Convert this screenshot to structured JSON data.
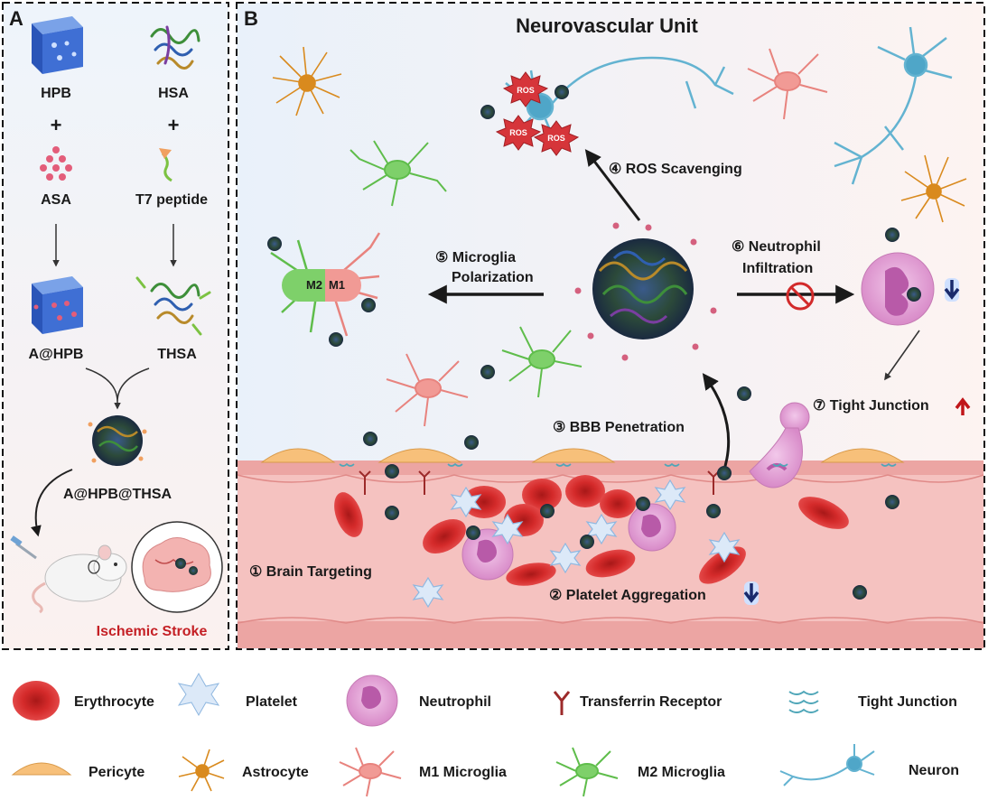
{
  "panel_a": {
    "label": "A",
    "hpb": "HPB",
    "hsa": "HSA",
    "plus": "+",
    "asa": "ASA",
    "t7": "T7 peptide",
    "a_hpb": "A@HPB",
    "thsa": "THSA",
    "a_hpb_thsa": "A@HPB@THSA",
    "stroke": "Ischemic Stroke"
  },
  "panel_b": {
    "label": "B",
    "title": "Neurovascular Unit",
    "step1": "① Brain Targeting",
    "step2": "② Platelet Aggregation",
    "step3": "③ BBB Penetration",
    "step4": "④ ROS Scavenging",
    "step5_line1": "⑤ Microglia",
    "step5_line2": "Polarization",
    "step6_line1": "⑥ Neutrophil",
    "step6_line2": "Infiltration",
    "step7": "⑦ Tight Junction",
    "ros": "ROS",
    "m2": "M2",
    "m1": "M1"
  },
  "legend": {
    "erythrocyte": "Erythrocyte",
    "platelet": "Platelet",
    "neutrophil": "Neutrophil",
    "transferrin": "Transferrin Receptor",
    "tight_junction": "Tight Junction",
    "pericyte": "Pericyte",
    "astrocyte": "Astrocyte",
    "m1_microglia": "M1 Microglia",
    "m2_microglia": "M2 Microglia",
    "neuron": "Neuron"
  },
  "colors": {
    "erythrocyte": "#d42a2a",
    "vessel": "#f6c6c4",
    "neutrophil": "#e7a9d6",
    "astrocyte": "#d98a1e",
    "m1": "#e8837e",
    "m2": "#5fbd4b",
    "neuron": "#63b3d1",
    "pericyte": "#f7c07a",
    "down_arrow": "#1a2a6c",
    "up_arrow": "#c0161a"
  }
}
